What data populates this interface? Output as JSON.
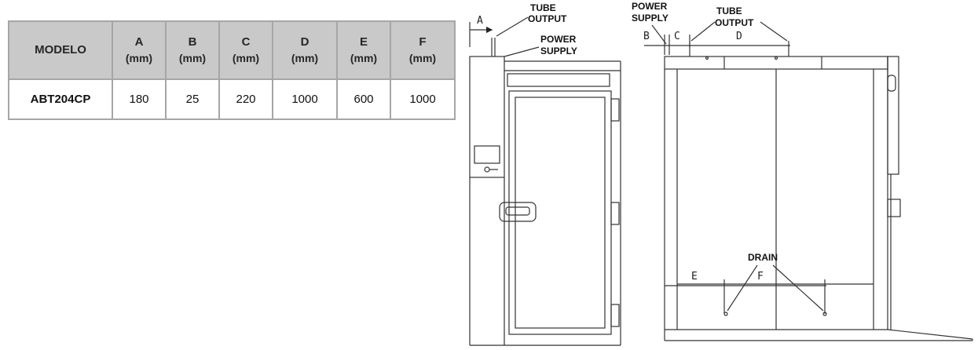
{
  "table": {
    "headers": [
      {
        "name": "MODELO",
        "unit": ""
      },
      {
        "name": "A",
        "unit": "(mm)"
      },
      {
        "name": "B",
        "unit": "(mm)"
      },
      {
        "name": "C",
        "unit": "(mm)"
      },
      {
        "name": "D",
        "unit": "(mm)"
      },
      {
        "name": "E",
        "unit": "(mm)"
      },
      {
        "name": "F",
        "unit": "(mm)"
      }
    ],
    "row": {
      "model": "ABT204CP",
      "values": [
        "180",
        "25",
        "220",
        "1000",
        "600",
        "1000"
      ]
    }
  },
  "drawing": {
    "front": {
      "dim_a": "A",
      "tube_output_line1": "TUBE",
      "tube_output_line2": "OUTPUT",
      "power_supply_line1": "POWER",
      "power_supply_line2": "SUPPLY"
    },
    "side": {
      "power_supply_line1": "POWER",
      "power_supply_line2": "SUPPLY",
      "tube_output_line1": "TUBE",
      "tube_output_line2": "OUTPUT",
      "dim_b": "B",
      "dim_c": "C",
      "dim_d": "D",
      "dim_e": "E",
      "dim_f": "F",
      "drain": "DRAIN"
    }
  }
}
